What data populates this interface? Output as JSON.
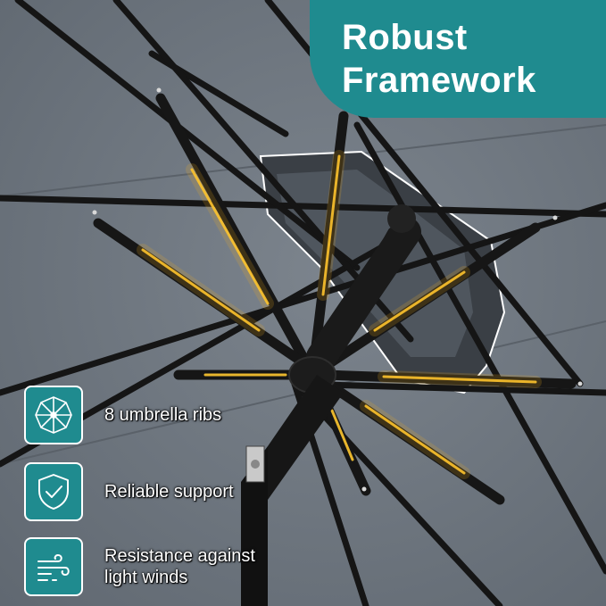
{
  "banner": {
    "title": "Robust\nFramework",
    "color": "#1f8b8f"
  },
  "features": [
    {
      "icon": "umbrella-top-icon",
      "label": "8 umbrella ribs"
    },
    {
      "icon": "shield-check-icon",
      "label": "Reliable support"
    },
    {
      "icon": "wind-icon",
      "label": "Resistance against\nlight winds"
    }
  ],
  "colors": {
    "canopy": "#6f7780",
    "rib": "#151515",
    "led": "#f5b020",
    "accent": "#1f8b8f"
  }
}
